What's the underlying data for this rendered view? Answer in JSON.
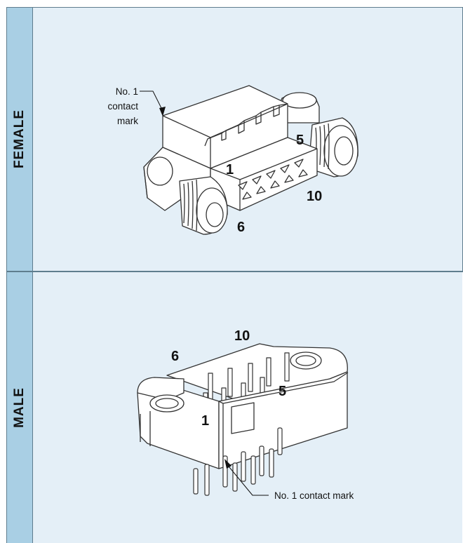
{
  "sections": [
    {
      "side_label": "FEMALE",
      "pin_labels": {
        "first": "1",
        "row_end": "5",
        "second_row_start": "6",
        "last": "10"
      },
      "callout": {
        "lines": [
          "No. 1",
          "contact",
          "mark"
        ]
      }
    },
    {
      "side_label": "MALE",
      "pin_labels": {
        "first": "1",
        "row_end": "5",
        "second_row_start": "6",
        "last": "10"
      },
      "callout": {
        "text": "No. 1 contact mark"
      }
    }
  ],
  "colors": {
    "side_band": "#a9cfe4",
    "panel": "#e4eff7",
    "line": "#333333"
  }
}
